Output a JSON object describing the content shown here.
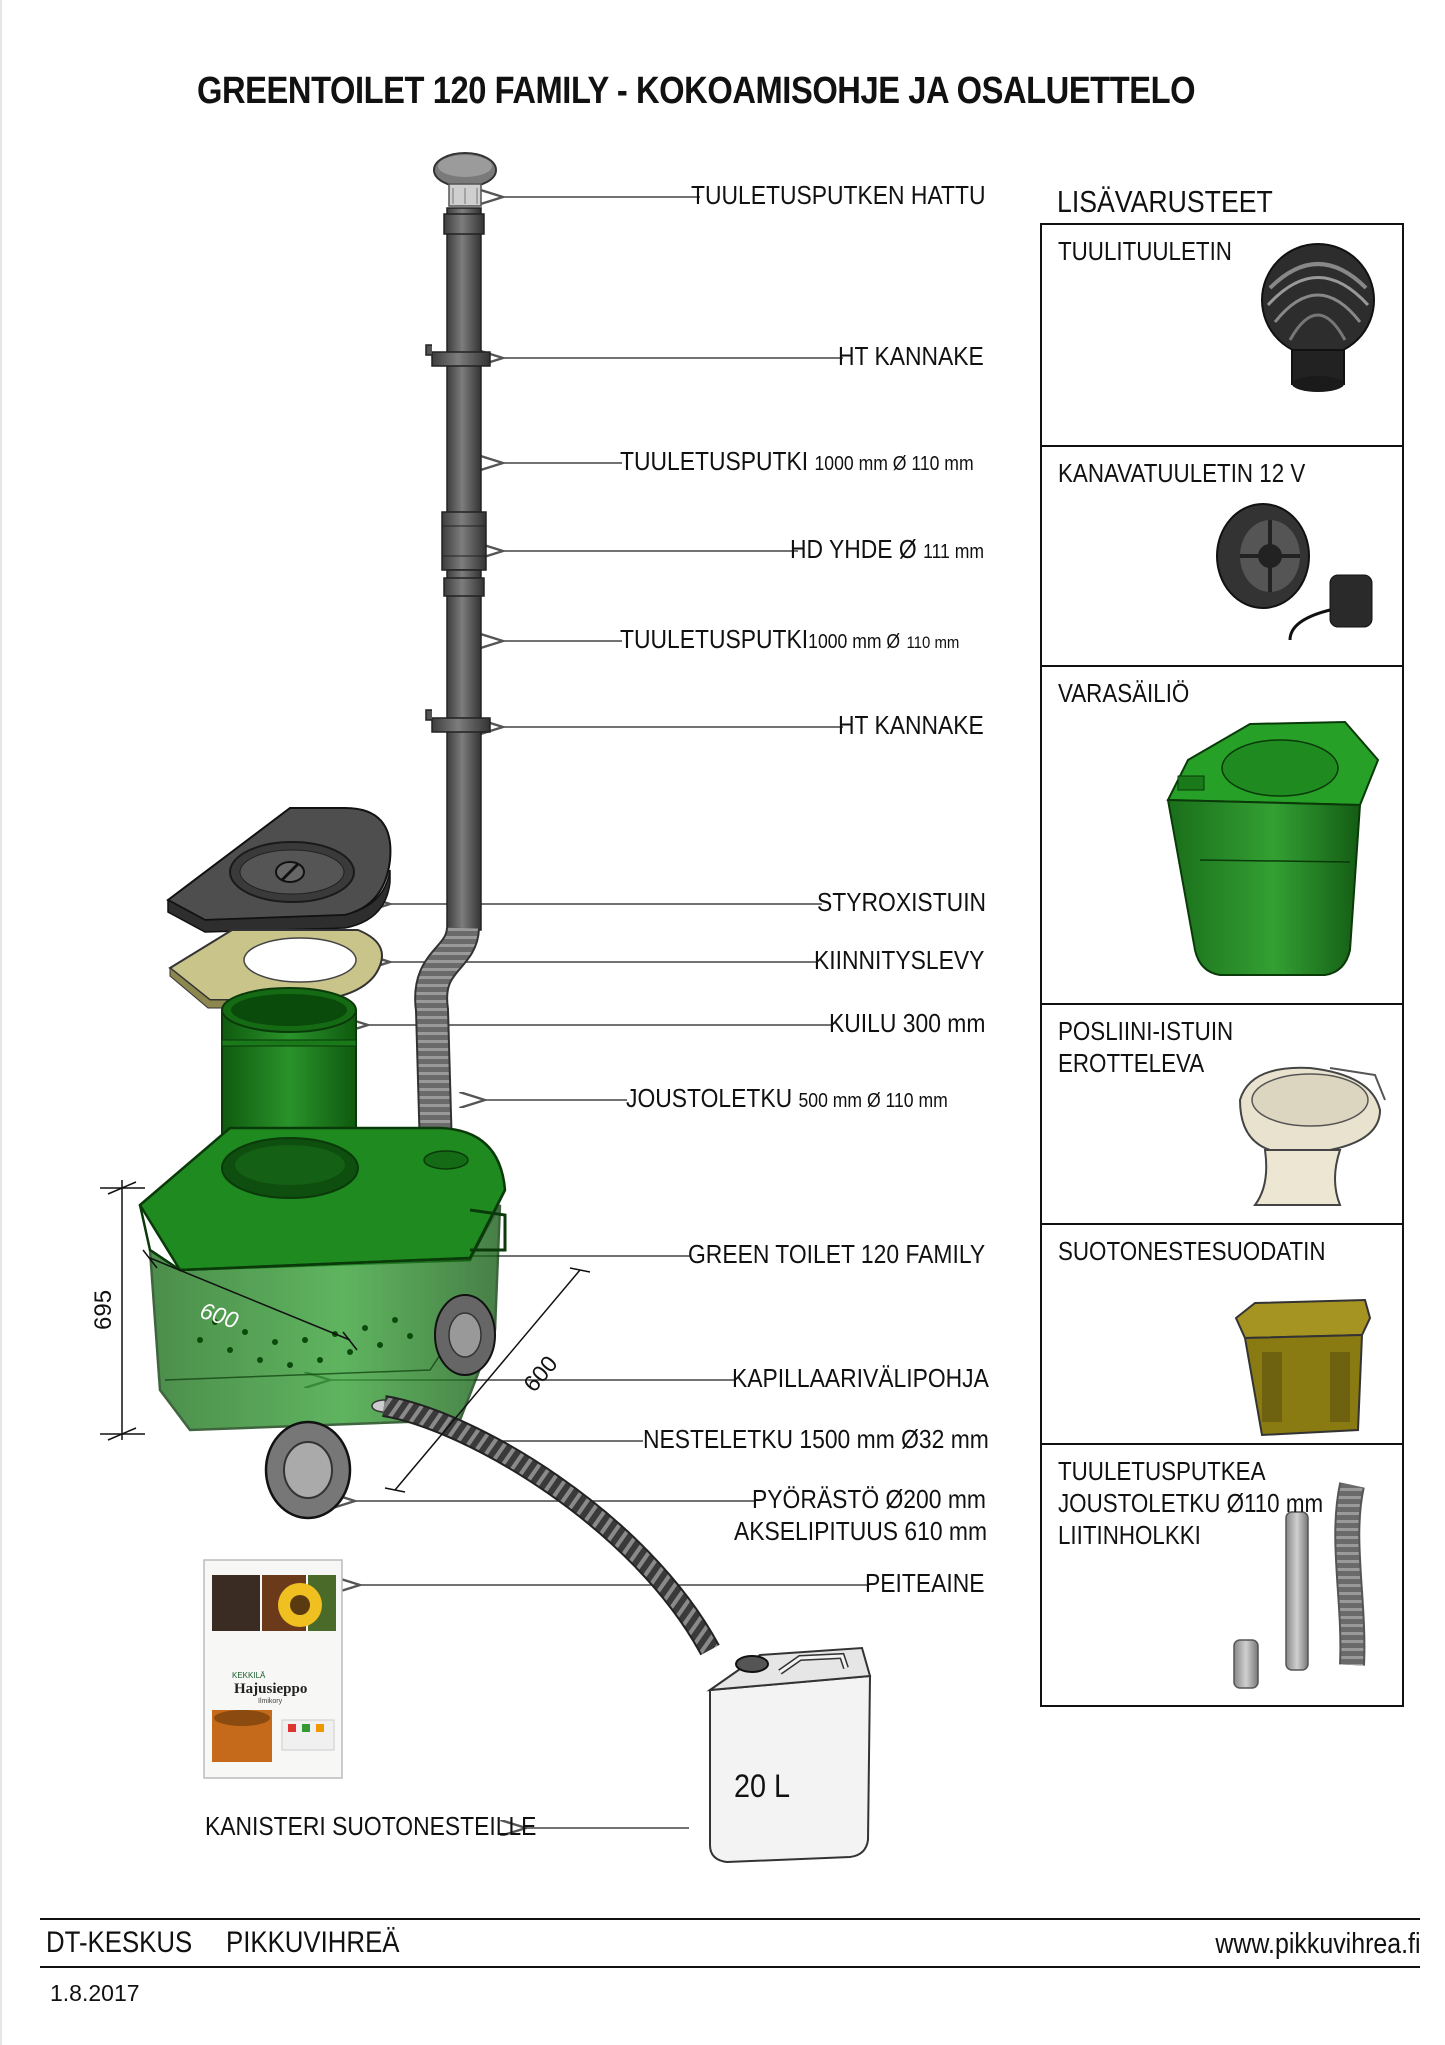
{
  "title": "GREENTOILET 120 FAMILY -  KOKOAMISOHJE JA OSALUETTELO",
  "parts": {
    "hattu": "TUULETUSPUTKEN HATTU",
    "kannake1": "HT KANNAKE",
    "putki1_name": "TUULETUSPUTKI",
    "putki1_spec": "1000 mm Ø 110 mm",
    "yhde_name": "HD YHDE Ø",
    "yhde_spec": "111 mm",
    "putki2_name": "TUULETUSPUTKI",
    "putki2_spec_a": "1000 mm Ø",
    "putki2_spec_b": "110 mm",
    "kannake2": "HT KANNAKE",
    "istuin": "STYROXISTUIN",
    "levy": "KIINNITYSLEVY",
    "kuilu": "KUILU 300 mm",
    "joustoletku_name": "JOUSTOLETKU",
    "joustoletku_spec": "500 mm Ø  110 mm",
    "green": "GREEN TOILET 120 FAMILY",
    "pohja": "KAPILLAARIVÄLIPOHJA",
    "nesteletku": "NESTELETKU 1500 mm Ø32 mm",
    "pyorasto": "PYÖRÄSTÖ Ø200 mm",
    "akseli": "AKSELIPITUUS 610 mm",
    "peiteaine": "PEITEAINE",
    "kanisteri": "KANISTERI SUOTONESTEILLE"
  },
  "dimensions": {
    "height": "695",
    "width": "600",
    "depth": "600"
  },
  "canister": "20 L",
  "package": {
    "brand": "KEKKILÄ",
    "name": "Hajusieppo",
    "sub": "Ilmikory"
  },
  "accessories": {
    "heading": "LISÄVARUSTEET",
    "items": [
      {
        "label": "TUULITUULETIN"
      },
      {
        "label": "KANAVATUULETIN  12 V"
      },
      {
        "label": "VARASÄILIÖ"
      },
      {
        "label": "POSLIINI-ISTUIN\nEROTTELEVA"
      },
      {
        "label": "SUOTONESTESUODATIN"
      },
      {
        "label": "TUULETUSPUTKEA\nJOUSTOLETKU Ø110 mm\nLIITINHOLKKI"
      }
    ]
  },
  "footer": {
    "company": "DT-KESKUS",
    "brand": "PIKKUVIHREÄ",
    "url": "www.pikkuvihrea.fi",
    "date": "1.8.2017"
  },
  "colors": {
    "green": "#1f7a1f",
    "pipe": "#5a5a5a",
    "seat": "#5c5c5c",
    "plate": "#c9c48a",
    "filter": "#8a7a12"
  }
}
